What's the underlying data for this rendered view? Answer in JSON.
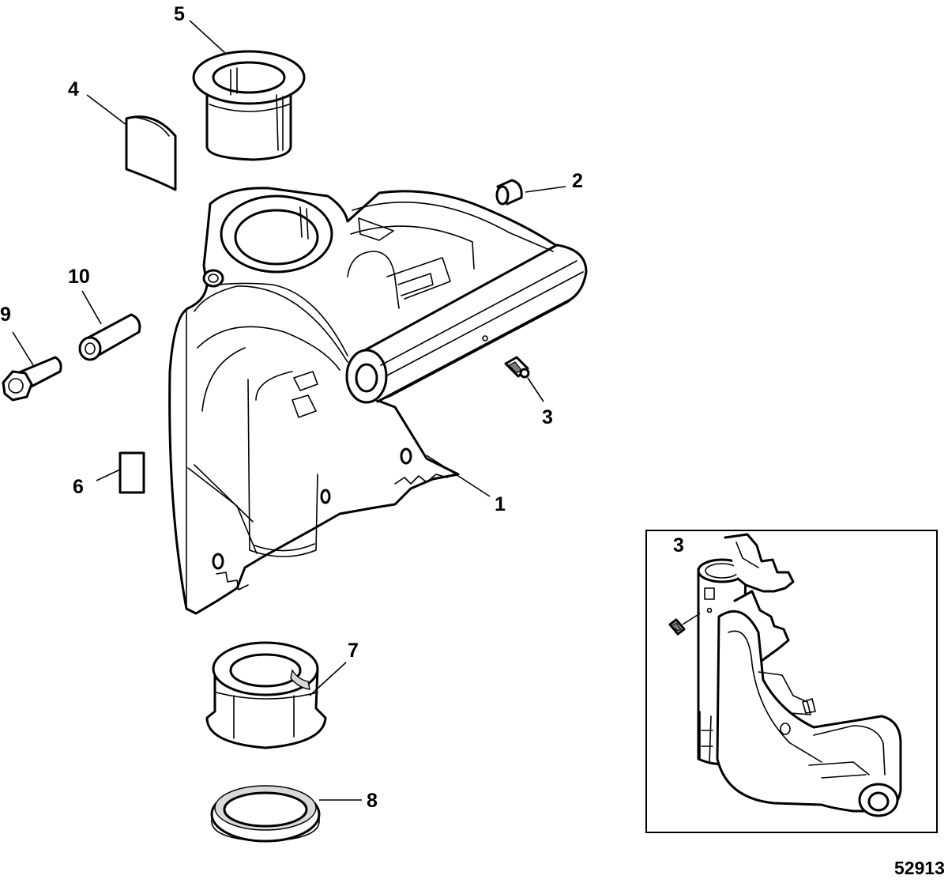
{
  "figure_number": "52913",
  "callouts": {
    "c1": "1",
    "c2": "2",
    "c3": "3",
    "c4": "4",
    "c5": "5",
    "c6": "6",
    "c7": "7",
    "c8": "8",
    "c9": "9",
    "c10": "10",
    "inset_c3": "3"
  }
}
